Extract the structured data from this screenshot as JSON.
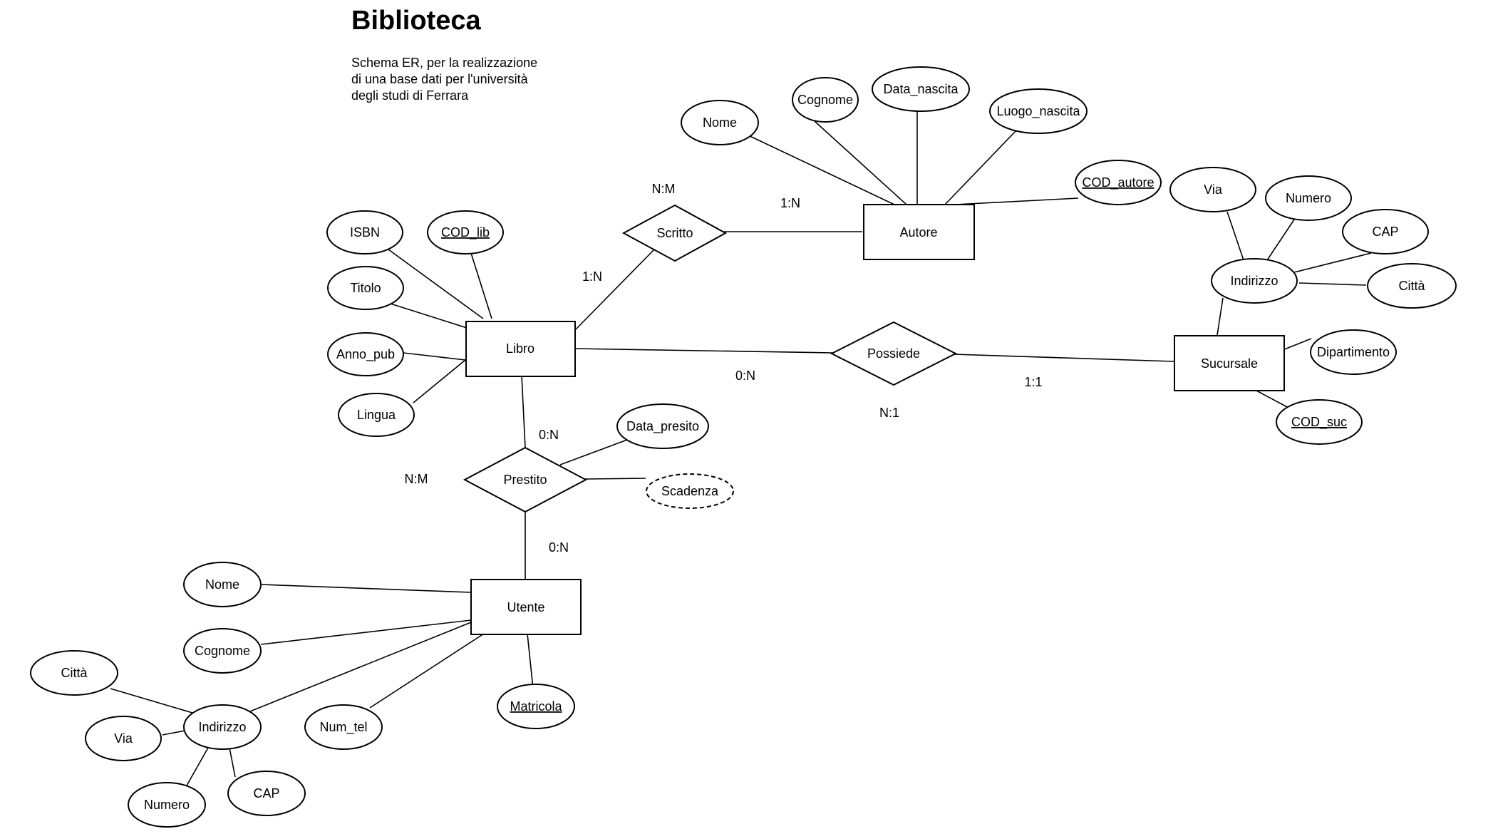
{
  "header": {
    "title": "Biblioteca",
    "subtitle": "Schema ER, per la realizzazione\ndi una base dati per l'università\ndegli studi di Ferrara"
  },
  "entities": {
    "libro": "Libro",
    "autore": "Autore",
    "utente": "Utente",
    "sucursale": "Sucursale"
  },
  "relationships": {
    "scritto": "Scritto",
    "possiede": "Possiede",
    "prestito": "Prestito"
  },
  "attributes": {
    "libro": {
      "isbn": "ISBN",
      "cod_lib": "COD_lib",
      "titolo": "Titolo",
      "anno_pub": "Anno_pub",
      "lingua": "Lingua"
    },
    "autore": {
      "nome": "Nome",
      "cognome": "Cognome",
      "data_nascita": "Data_nascita",
      "luogo_nascita": "Luogo_nascita",
      "cod_autore": "COD_autore"
    },
    "sucursale": {
      "via": "Via",
      "numero": "Numero",
      "cap": "CAP",
      "indirizzo": "Indirizzo",
      "citta": "Città",
      "dipartimento": "Dipartimento",
      "cod_suc": "COD_suc"
    },
    "prestito": {
      "data_presito": "Data_presito",
      "scadenza": "Scadenza"
    },
    "utente": {
      "nome": "Nome",
      "cognome": "Cognome",
      "citta": "Città",
      "via": "Via",
      "indirizzo": "Indirizzo",
      "numero": "Numero",
      "cap": "CAP",
      "num_tel": "Num_tel",
      "matricola": "Matricola"
    }
  },
  "cardinalities": {
    "scritto_rel": "N:M",
    "scritto_autore": "1:N",
    "scritto_libro": "1:N",
    "possiede_libro": "0:N",
    "possiede_rel": "N:1",
    "possiede_sucursale": "1:1",
    "prestito_libro": "0:N",
    "prestito_rel": "N:M",
    "prestito_utente": "0:N"
  }
}
